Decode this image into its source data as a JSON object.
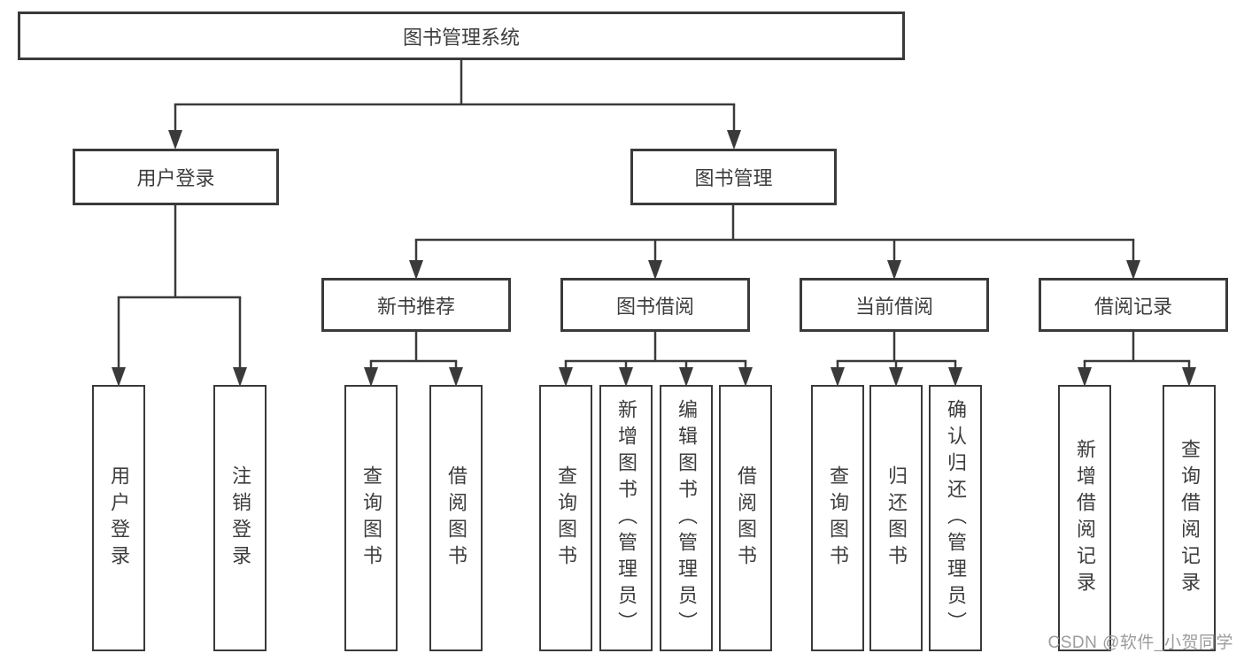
{
  "diagram": {
    "root": {
      "label": "图书管理系统"
    },
    "branches": [
      {
        "label": "用户登录",
        "children": [
          {
            "label": "用户登录"
          },
          {
            "label": "注销登录"
          }
        ]
      },
      {
        "label": "图书管理",
        "children": [
          {
            "label": "新书推荐",
            "children": [
              {
                "label": "查询图书"
              },
              {
                "label": "借阅图书"
              }
            ]
          },
          {
            "label": "图书借阅",
            "children": [
              {
                "label": "查询图书"
              },
              {
                "label": "新增图书（管理员）"
              },
              {
                "label": "编辑图书（管理员）"
              },
              {
                "label": "借阅图书"
              }
            ]
          },
          {
            "label": "当前借阅",
            "children": [
              {
                "label": "查询图书"
              },
              {
                "label": "归还图书"
              },
              {
                "label": "确认归还（管理员）"
              }
            ]
          },
          {
            "label": "借阅记录",
            "children": [
              {
                "label": "新增借阅记录"
              },
              {
                "label": "查询借阅记录"
              }
            ]
          }
        ]
      }
    ]
  },
  "watermark": {
    "text": "CSDN @软件_小贺同学"
  },
  "colors": {
    "line": "#3a3a3a",
    "text": "#3d3d3d",
    "watermark": "#9c9c9c",
    "background": "#ffffff"
  }
}
